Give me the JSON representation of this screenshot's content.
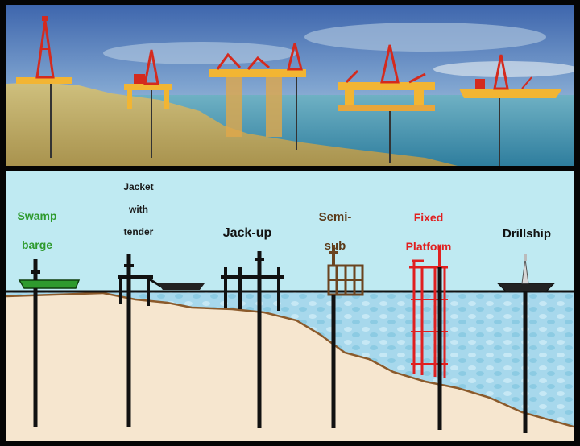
{
  "labels": {
    "swamp_barge": [
      "Swamp",
      "barge"
    ],
    "jacket_with_tender": [
      "Jacket",
      "with",
      "tender"
    ],
    "jack_up": "Jack-up",
    "semi_sub": [
      "Semi-",
      "sub"
    ],
    "fixed_platform": [
      "Fixed",
      "Platform"
    ],
    "drillship": "Drillship"
  },
  "colors": {
    "sky_top": "#4a72b8",
    "sea": "#4f98b4",
    "land": "#c9b878",
    "bottom_sky": "#bfeaf2",
    "bottom_water": "#9fd3e8",
    "seabed": "#f6e6cf",
    "seabed_line": "#8b5a2b",
    "rig_red": "#d42a1e",
    "rig_yellow": "#f2b533",
    "swamp_green": "#2e9a2e",
    "semi_brown": "#6b4420",
    "fixed_red": "#e02020"
  }
}
